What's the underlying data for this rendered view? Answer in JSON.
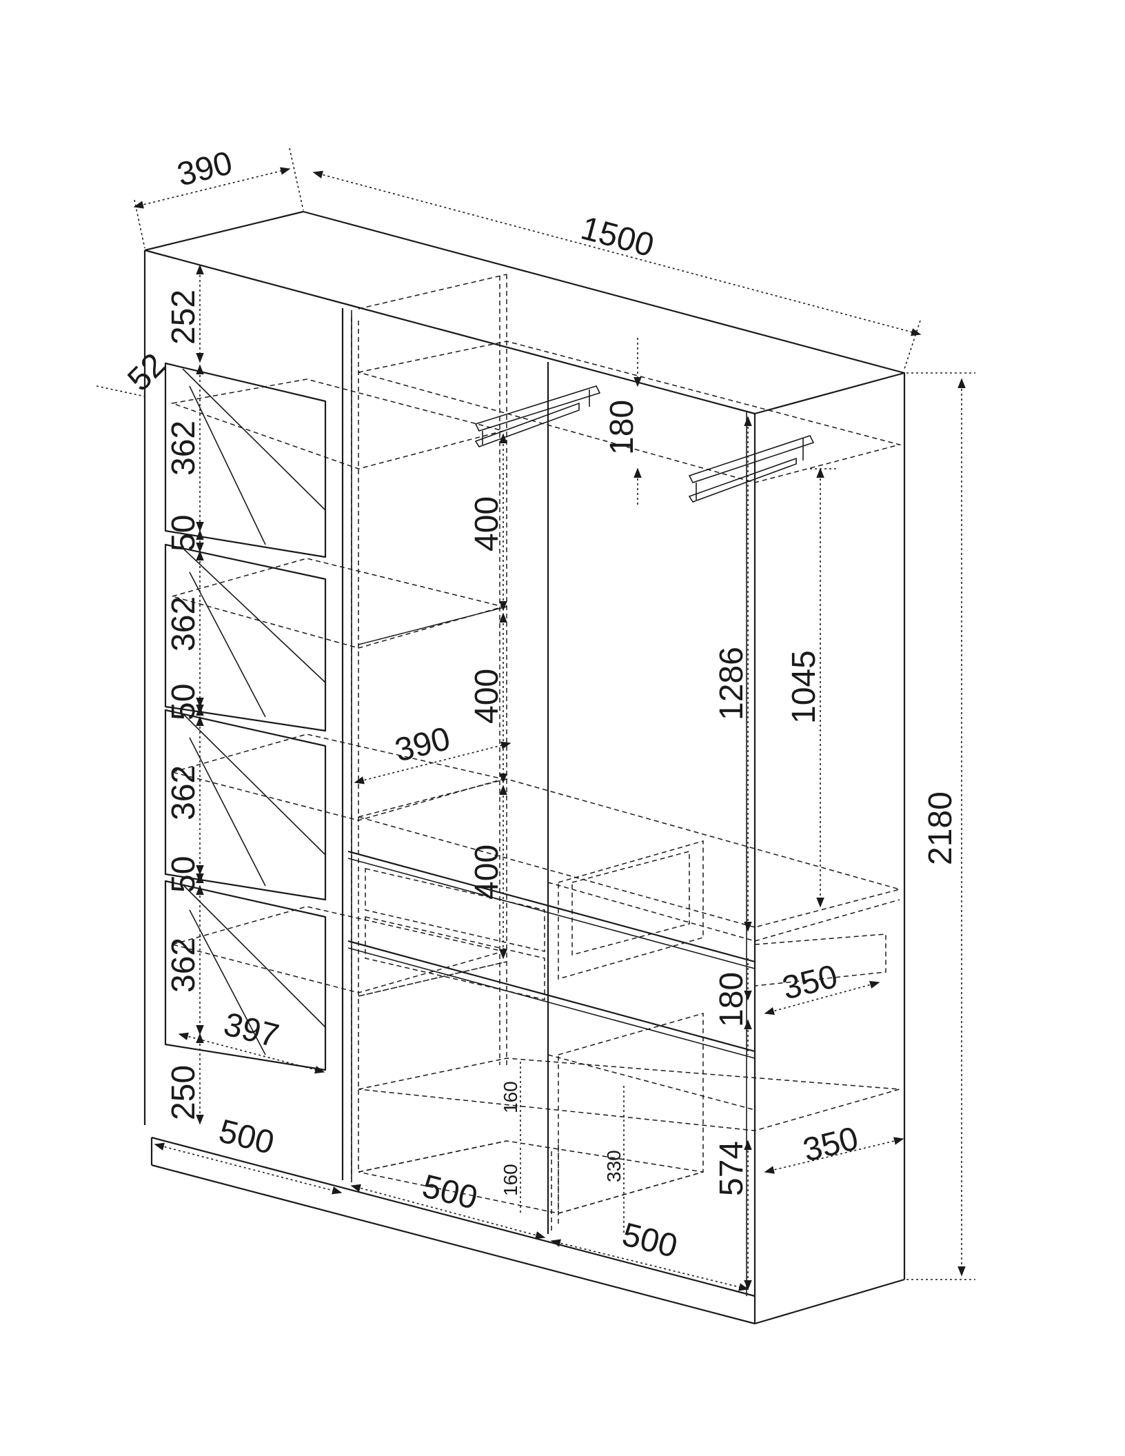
{
  "dimensions": {
    "depth_top": "390",
    "width_total": "1500",
    "height_total": "2180",
    "top_gap": "252",
    "drawer_offset": "52",
    "drawer_1": "362",
    "gap_1": "50",
    "drawer_2": "362",
    "gap_2": "50",
    "drawer_3": "362",
    "gap_3": "50",
    "drawer_4": "362",
    "bottom_gap": "250",
    "drawer_width": "397",
    "base_left": "500",
    "shelf_1": "400",
    "shelf_2": "400",
    "shelf_3": "400",
    "inner_depth": "390",
    "rail_drop": "180",
    "right_height": "1286",
    "hang_height": "1045",
    "basket_depth": "350",
    "basket_gap": "180",
    "lower_depth": "350",
    "lower_height": "574",
    "small_160_a": "160",
    "small_160_b": "160",
    "small_330": "330",
    "base_mid": "500",
    "base_right": "500"
  }
}
